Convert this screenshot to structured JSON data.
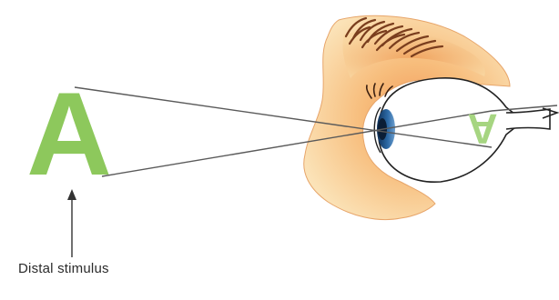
{
  "diagram": {
    "distal_stimulus_letter": "A",
    "retinal_image_letter": "A",
    "distal_stimulus_label": "Distal stimulus"
  },
  "colors": {
    "letter_green": "#8dc85c",
    "retinal_letter_green": "#a6d581",
    "skin": "#f8d49c",
    "skin_shadow": "#f2a564",
    "brow_hair": "#7a3e1e",
    "iris": "#1f4a7a",
    "ray_line": "#5a5a5a"
  }
}
